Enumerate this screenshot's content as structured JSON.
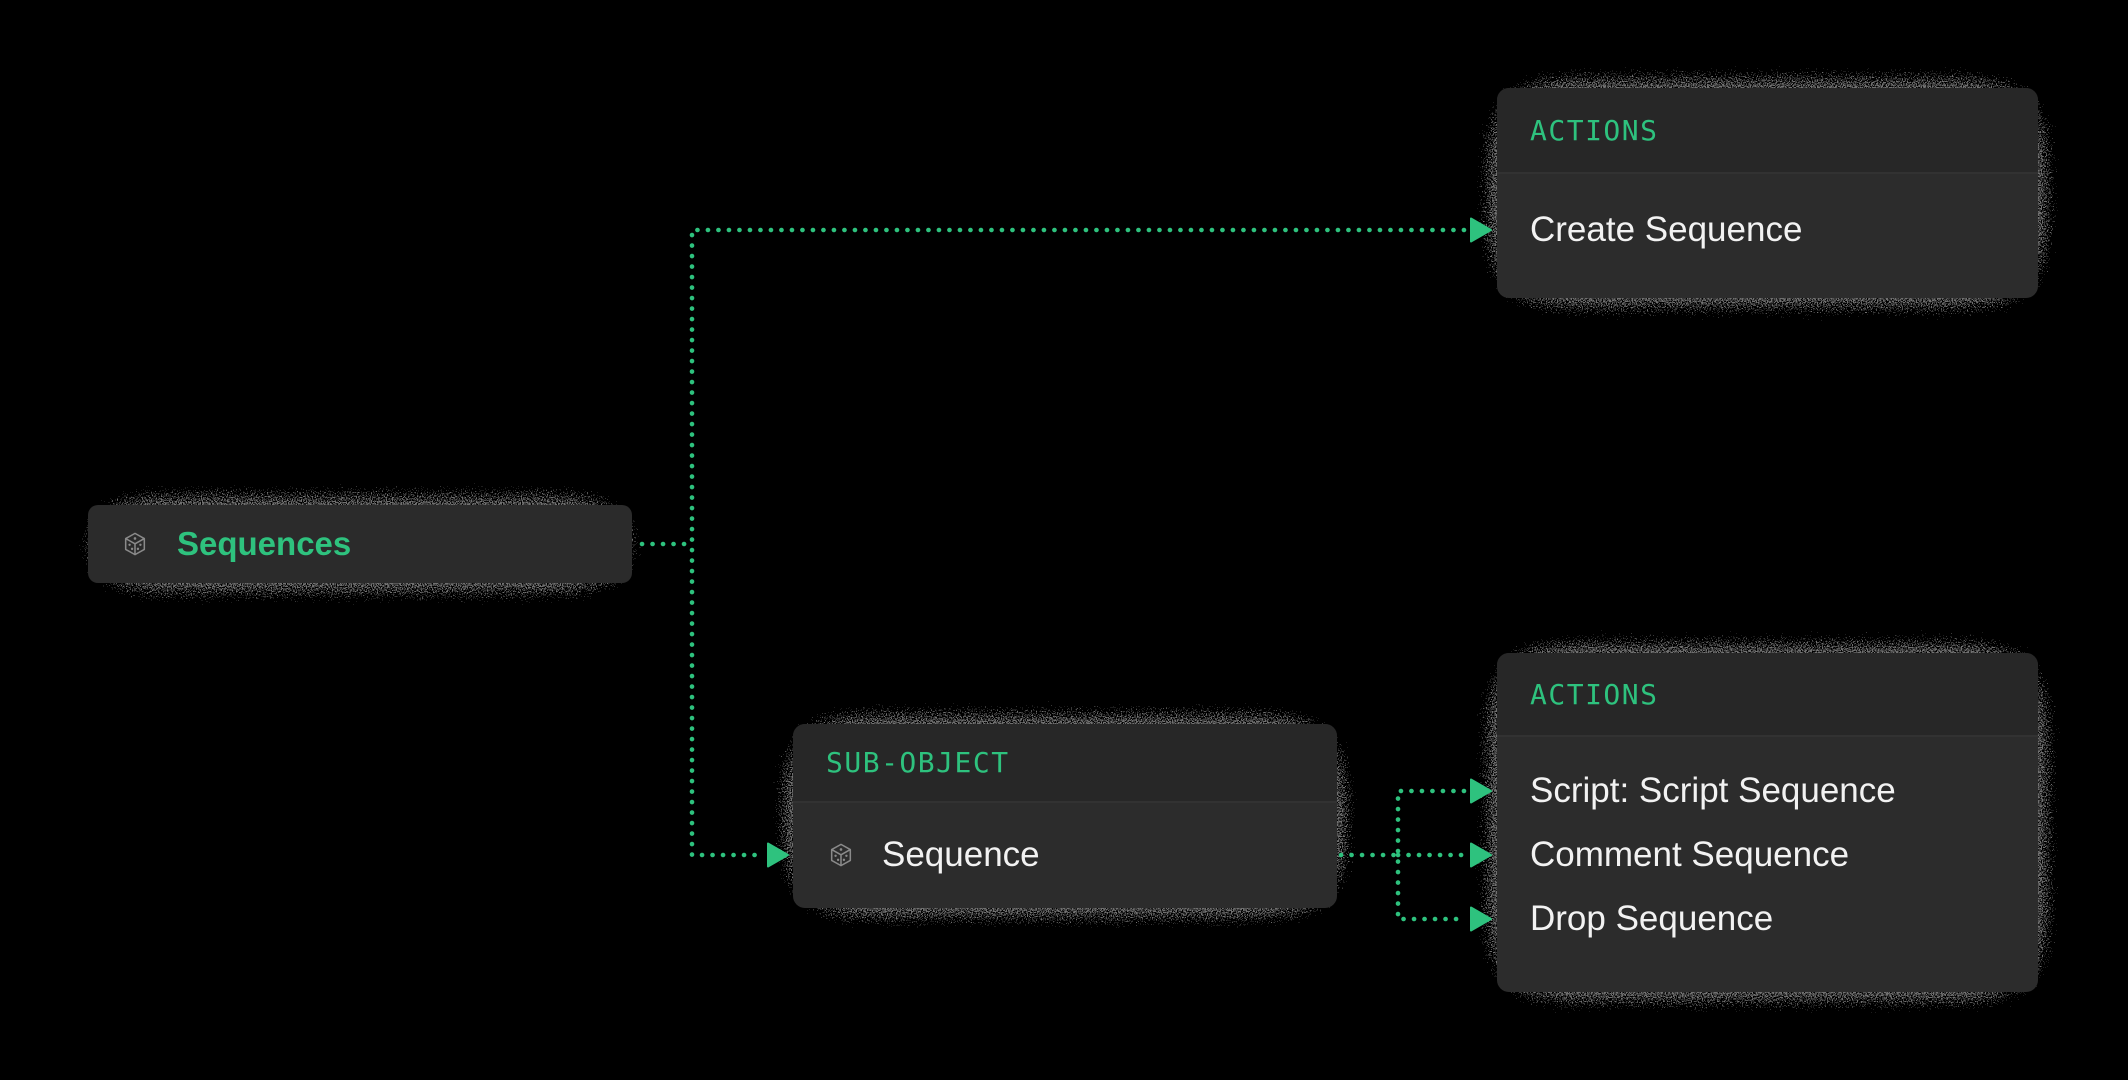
{
  "canvas": {
    "background": "#000000",
    "accent": "#2EC27E",
    "panel_body_bg": "#2C2C2C",
    "panel_header_bg": "#272727",
    "node_bg": "#2B2B2B",
    "text_primary": "#F2F2F2",
    "icon_gray": "#8A8A8A",
    "noise_shadow_color": "#CCCCCC"
  },
  "root_node": {
    "label": "Sequences",
    "icon": "cube-icon"
  },
  "actions_top": {
    "header": "ACTIONS",
    "items": [
      {
        "label": "Create Sequence"
      }
    ]
  },
  "sub_object": {
    "header": "SUB-OBJECT",
    "item": {
      "label": "Sequence",
      "icon": "cube-icon"
    }
  },
  "actions_bottom": {
    "header": "ACTIONS",
    "items": [
      {
        "label": "Script: Script Sequence"
      },
      {
        "label": "Comment Sequence"
      },
      {
        "label": "Drop Sequence"
      }
    ]
  }
}
